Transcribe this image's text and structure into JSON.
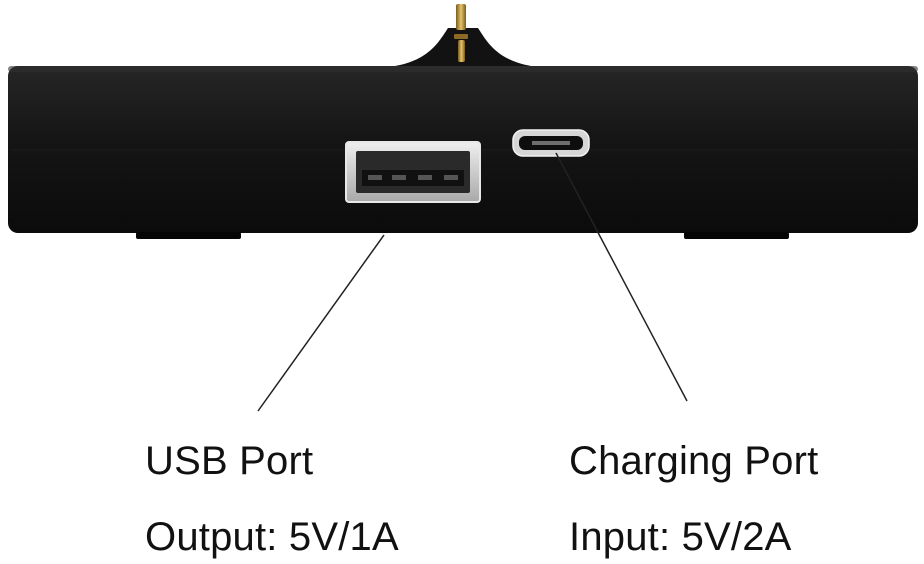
{
  "callouts": {
    "usb": {
      "title": "USB Port",
      "spec": "Output: 5V/1A"
    },
    "charging": {
      "title": "Charging Port",
      "spec": "Input: 5V/2A"
    }
  },
  "colors": {
    "body": "#141414",
    "pin": "#c9a24a",
    "port_metal": "#cfcfcf",
    "text": "#111111",
    "line": "#222222"
  }
}
